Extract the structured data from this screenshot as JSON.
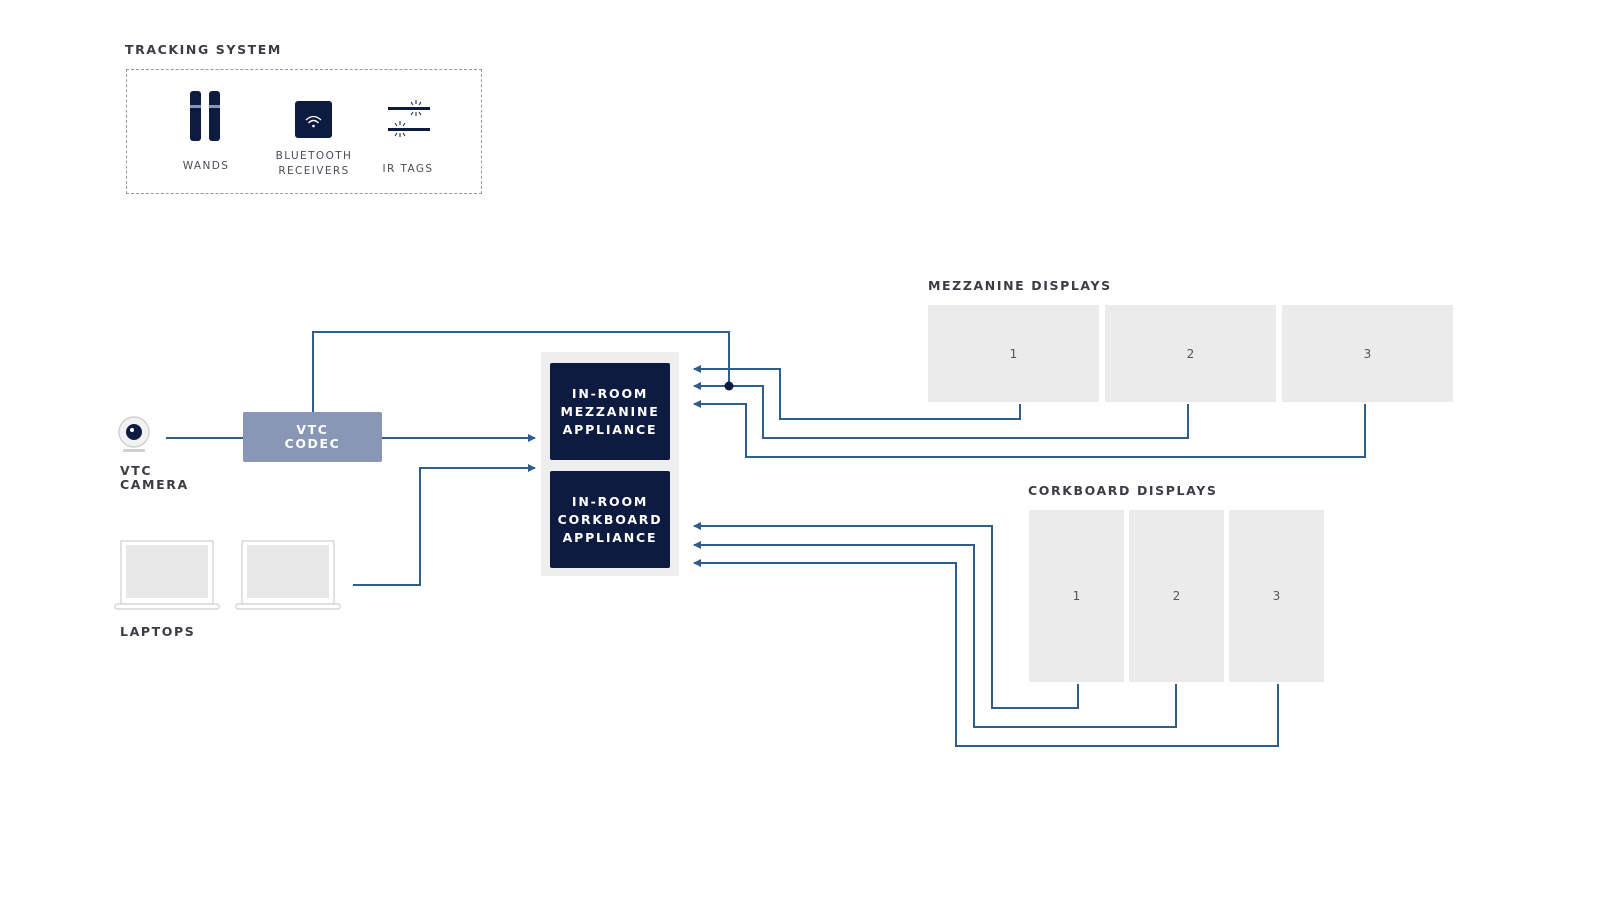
{
  "tracking_system": {
    "title": "TRACKING SYSTEM",
    "items": [
      {
        "label": "WANDS",
        "icon": "wands-icon"
      },
      {
        "label_line1": "BLUETOOTH",
        "label_line2": "RECEIVERS",
        "icon": "bluetooth-receiver-icon"
      },
      {
        "label": "IR TAGS",
        "icon": "ir-tags-icon"
      }
    ]
  },
  "camera": {
    "label_line1": "VTC",
    "label_line2": "CAMERA",
    "icon": "webcam-icon"
  },
  "codec": {
    "line1": "VTC",
    "line2": "CODEC"
  },
  "laptops": {
    "label": "LAPTOPS",
    "icon": "laptop-icon"
  },
  "appliances": {
    "mezzanine": {
      "line1": "IN-ROOM",
      "line2": "MEZZANINE",
      "line3": "APPLIANCE"
    },
    "corkboard": {
      "line1": "IN-ROOM",
      "line2": "CORKBOARD",
      "line3": "APPLIANCE"
    }
  },
  "mezzanine_displays": {
    "title": "MEZZANINE DISPLAYS",
    "screens": [
      "1",
      "2",
      "3"
    ]
  },
  "corkboard_displays": {
    "title": "CORKBOARD DISPLAYS",
    "screens": [
      "1",
      "2",
      "3"
    ]
  },
  "colors": {
    "wire": "#2f5d8c",
    "navy": "#0c1b3f",
    "codec": "#8797b5",
    "display": "#ebebeb"
  }
}
